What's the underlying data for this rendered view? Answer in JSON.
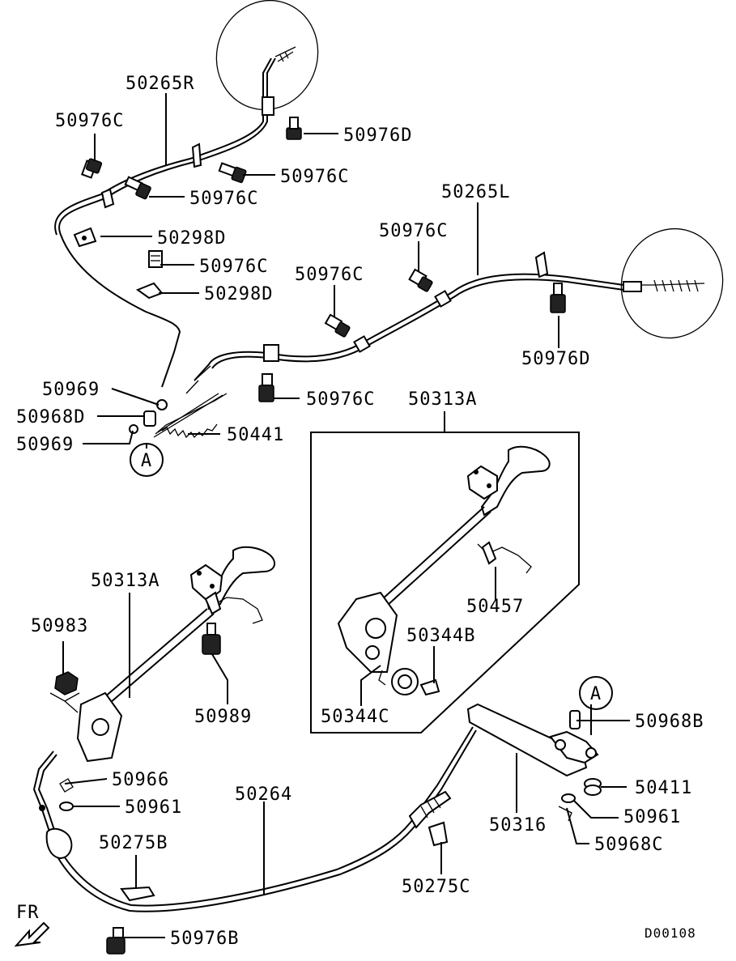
{
  "labels": {
    "l_50265R": "50265R",
    "l_50976C_a": "50976C",
    "l_50976D_a": "50976D",
    "l_50976C_b": "50976C",
    "l_50976C_c": "50976C",
    "l_50298D_a": "50298D",
    "l_50265L": "50265L",
    "l_50976C_d": "50976C",
    "l_50976C_e": "50976C",
    "l_50298D_b": "50298D",
    "l_50976C_f": "50976C",
    "l_50976D_b": "50976D",
    "l_50969_a": "50969",
    "l_50968D": "50968D",
    "l_50969_b": "50969",
    "l_50441": "50441",
    "l_50976C_g": "50976C",
    "l_50313A_a": "50313A",
    "l_A_a": "A",
    "l_50313A_b": "50313A",
    "l_50457": "50457",
    "l_50344B": "50344B",
    "l_50344C": "50344C",
    "l_50983": "50983",
    "l_50989": "50989",
    "l_50966": "50966",
    "l_50961_a": "50961",
    "l_50264": "50264",
    "l_50275B": "50275B",
    "l_50275C": "50275C",
    "l_50976B": "50976B",
    "l_A_b": "A",
    "l_50968B": "50968B",
    "l_50411": "50411",
    "l_50961_b": "50961",
    "l_50316": "50316",
    "l_50968C": "50968C",
    "l_FR": "FR",
    "l_code": "D00108"
  }
}
